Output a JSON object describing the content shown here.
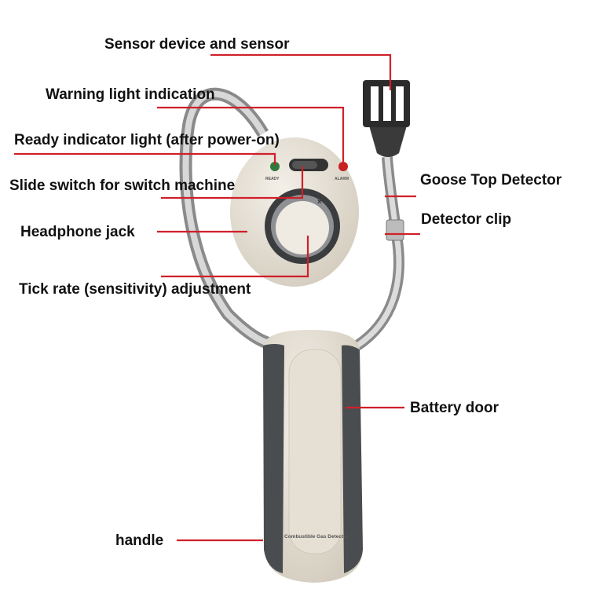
{
  "labels": {
    "sensor": "Sensor device and sensor",
    "warning": "Warning light indication",
    "ready": "Ready indicator light (after power-on)",
    "slide": "Slide switch for switch machine",
    "headphone": "Headphone jack",
    "tick": "Tick rate (sensitivity) adjustment",
    "goose": "Goose Top Detector",
    "clip": "Detector clip",
    "battery": "Battery door",
    "handle": "handle"
  },
  "device": {
    "ready_text": "READY",
    "alarm_text": "ALARM",
    "product_name": "Combustible Gas Detector",
    "dial_mark": "×"
  },
  "colors": {
    "leader": "#d0202a",
    "body": "#e8e2d6",
    "grip": "#4a4d50",
    "ready_led": "#2f7a3a",
    "alarm_led": "#c62020"
  }
}
